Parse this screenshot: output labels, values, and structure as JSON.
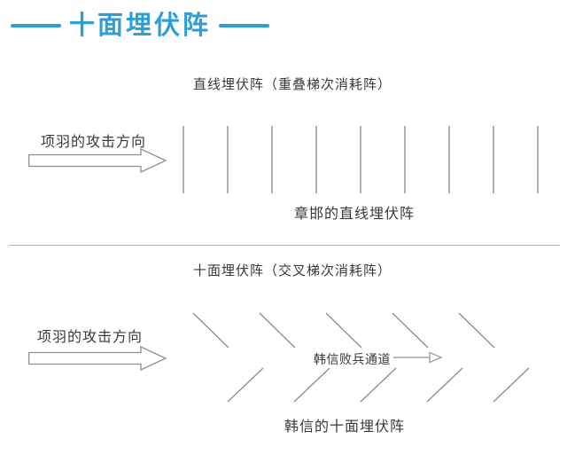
{
  "colors": {
    "accent": "#2e9ed7",
    "line": "#8f8f8f",
    "text": "#3a3a3a",
    "divider": "#b3b3b3"
  },
  "title": {
    "text": "十面埋伏阵"
  },
  "section_linear": {
    "heading": "直线埋伏阵（重叠梯次消耗阵）",
    "attack_label": "项羽的攻击方向",
    "caption": "章邯的直线埋伏阵",
    "line_count": 9
  },
  "section_ten_sided": {
    "heading": "十面埋伏阵（交叉梯次消耗阵）",
    "attack_label": "项羽的攻击方向",
    "channel_label": "韩信败兵通道",
    "caption": "韩信的十面埋伏阵",
    "upper_line_count": 5,
    "lower_line_count": 5
  }
}
